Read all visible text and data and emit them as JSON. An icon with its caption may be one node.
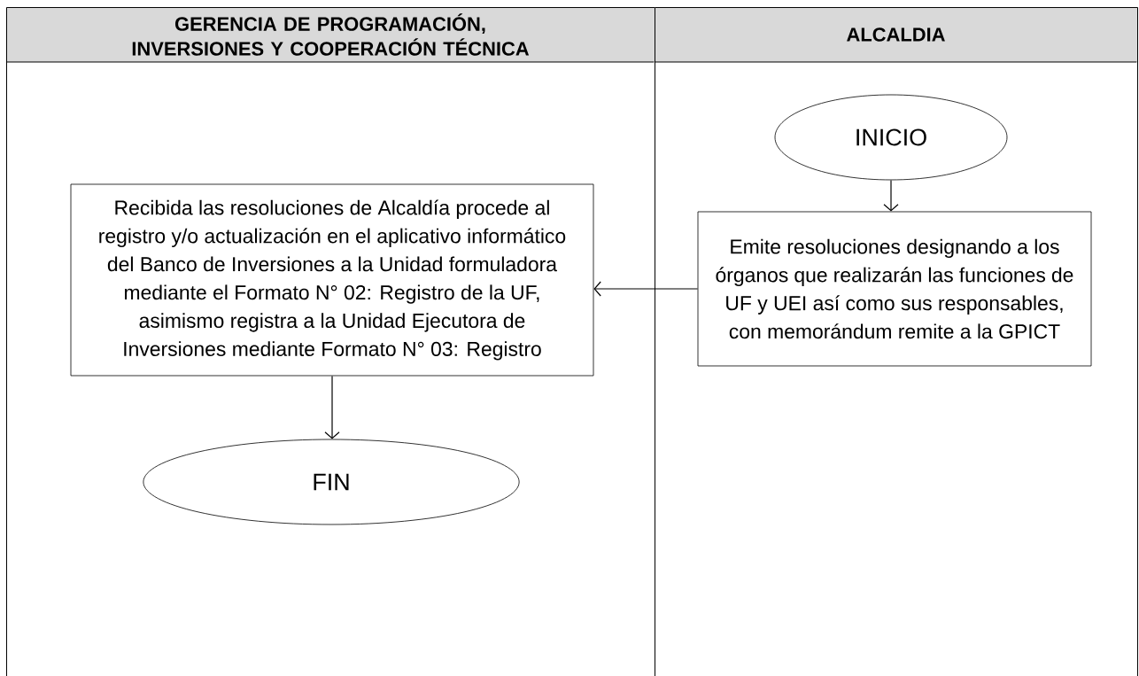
{
  "diagram": {
    "nodes": [
      {
        "text": [
          "GERENCIA DE PROGRAMACIÓN, INVERSIONES Y COOPERACIÓN TÉCNICA"
        ]
      },
      {
        "text": [
          "ALCALDIA"
        ]
      },
      {
        "text": [
          "INICIO"
        ],
        "in": 1
      },
      {
        "text": [
          "Emite  resoluciones designando a los órganos que realizarán las funciones de UF y UEI así como sus responsables, con memorándum remite a la GPICT"
        ],
        "in": 1
      },
      {
        "text": [
          "Recibida las resoluciones de Alcaldía  procede al registro y/o actualización en el aplicativo informático del Banco de Inversiones a la Unidad formuladora mediante el Formato N° 02: Registro de la  UF, asimismo registra a la Unidad Ejecutora de Inversiones mediante Formato N° 03: Registro"
        ],
        "in": 0
      },
      {
        "text": [
          "FIN"
        ],
        "in": 0
      }
    ],
    "edges": [
      {
        "from": 2,
        "to": 3,
        "arrow": "to"
      },
      {
        "from": 3,
        "to": 4,
        "arrow": "to"
      },
      {
        "from": 4,
        "to": 5,
        "arrow": "to"
      }
    ]
  }
}
